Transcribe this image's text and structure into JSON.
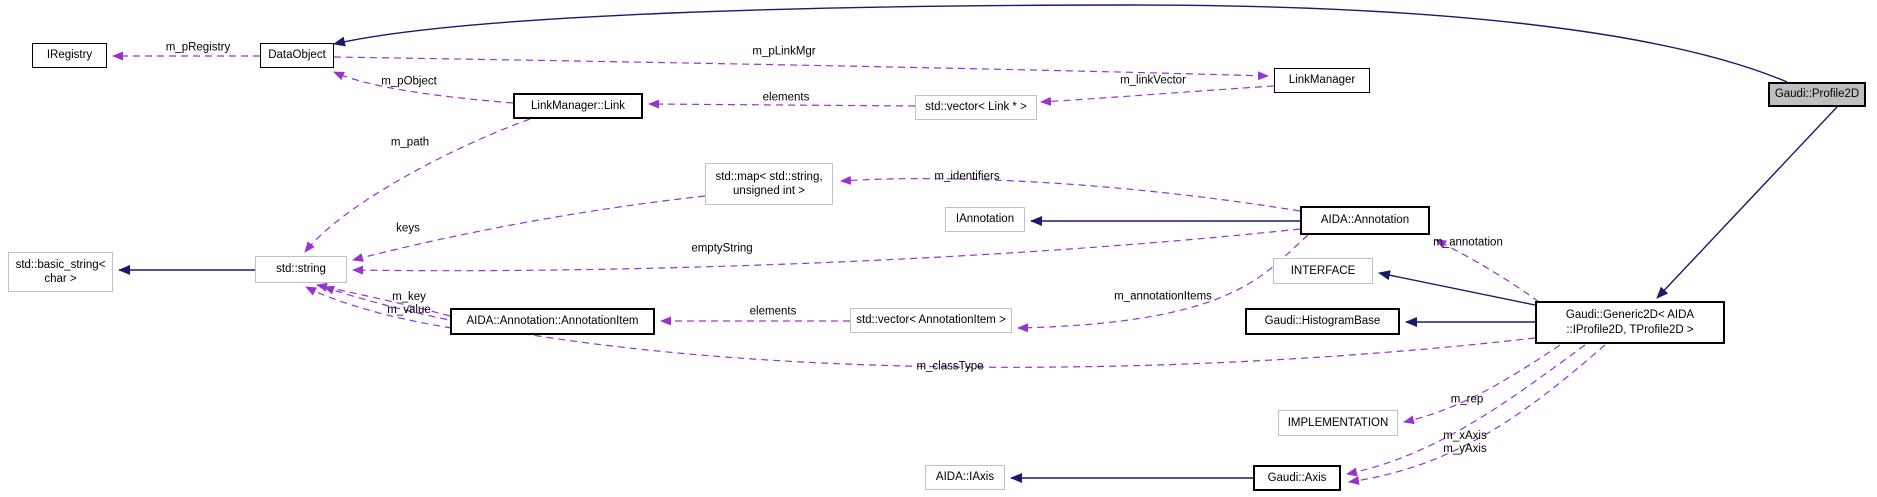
{
  "nodes": [
    {
      "label": "IRegistry"
    },
    {
      "label": "DataObject"
    },
    {
      "label": "LinkManager::Link"
    },
    {
      "label": "std::vector< Link * >"
    },
    {
      "label": "LinkManager"
    },
    {
      "label": "Gaudi::Profile2D"
    },
    {
      "label": "std::map< std::string,\nunsigned int >"
    },
    {
      "label": "IAnnotation"
    },
    {
      "label": "AIDA::Annotation"
    },
    {
      "label": "INTERFACE"
    },
    {
      "label": "Gaudi::HistogramBase"
    },
    {
      "label": "Gaudi::Generic2D< AIDA\n::IProfile2D, TProfile2D >"
    },
    {
      "label": "std::basic_string<\nchar >"
    },
    {
      "label": "std::string"
    },
    {
      "label": "AIDA::Annotation::AnnotationItem"
    },
    {
      "label": "std::vector< AnnotationItem >"
    },
    {
      "label": "IMPLEMENTATION"
    },
    {
      "label": "AIDA::IAxis"
    },
    {
      "label": "Gaudi::Axis"
    }
  ],
  "edge_labels": [
    {
      "text": "m_pRegistry"
    },
    {
      "text": "m_pLinkMgr"
    },
    {
      "text": "m_pObject"
    },
    {
      "text": "m_linkVector"
    },
    {
      "text": "elements"
    },
    {
      "text": "m_path"
    },
    {
      "text": "keys"
    },
    {
      "text": "m_identifiers"
    },
    {
      "text": "emptyString"
    },
    {
      "text": "m_annotation"
    },
    {
      "text": "m_annotationItems"
    },
    {
      "text": "m_key\nm_value"
    },
    {
      "text": "elements"
    },
    {
      "text": "m_classType"
    },
    {
      "text": "m_rep"
    },
    {
      "text": "m_xAxis\nm_yAxis"
    }
  ],
  "colors": {
    "inheritance_arrow": "#191970",
    "usage_arrow": "#9a32cd",
    "node_border": "#000000",
    "external_node_border": "#c0c0c0",
    "focus_node_fill": "#bfbfbf",
    "text": "#000000",
    "background": "#ffffff"
  }
}
